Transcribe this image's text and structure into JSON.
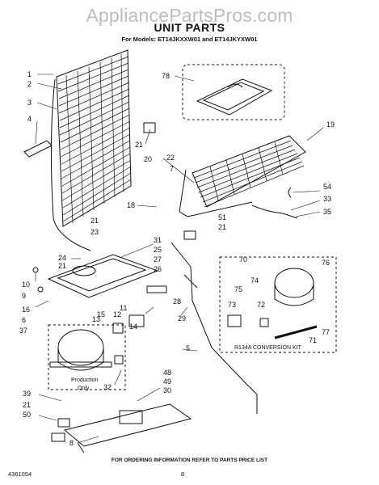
{
  "watermark": "AppliancePartsPros.com",
  "header": {
    "title": "UNIT PARTS",
    "models": "For Models: ET14JKXXW01 and ET14JKYXW01"
  },
  "callouts": {
    "c1": "1",
    "c2": "2",
    "c3": "3",
    "c4": "4",
    "c78": "78",
    "c19": "19",
    "c21a": "21",
    "c20": "20",
    "c22": "22",
    "c7": "7",
    "c54": "54",
    "c33": "33",
    "c18": "18",
    "c35": "35",
    "c21b": "21",
    "c23": "23",
    "c51": "51",
    "c21c": "21",
    "c24": "24",
    "c21d": "21",
    "c31": "31",
    "c25": "25",
    "c27": "27",
    "c26": "26",
    "c70": "70",
    "c76": "76",
    "c10": "10",
    "c9": "9",
    "c16": "16",
    "c6": "6",
    "c37": "37",
    "c11": "11",
    "c12": "12",
    "c28": "28",
    "c75": "75",
    "c74": "74",
    "c15": "15",
    "c13": "13",
    "c14": "14",
    "c29": "29",
    "c73": "73",
    "c72": "72",
    "c77": "77",
    "c71": "71",
    "c5": "5",
    "c32": "32",
    "c39": "39",
    "c21e": "21",
    "c50": "50",
    "c48": "48",
    "c49": "49",
    "c30": "30",
    "c8": "8"
  },
  "labels": {
    "production_line1": "Production",
    "production_line2": "Only",
    "conversion_kit": "R134A CONVERSION KIT"
  },
  "footer": {
    "ordering_note": "FOR ORDERING INFORMATION REFER TO PARTS PRICE LIST",
    "doc_number": "4361054",
    "page_number": "8"
  }
}
